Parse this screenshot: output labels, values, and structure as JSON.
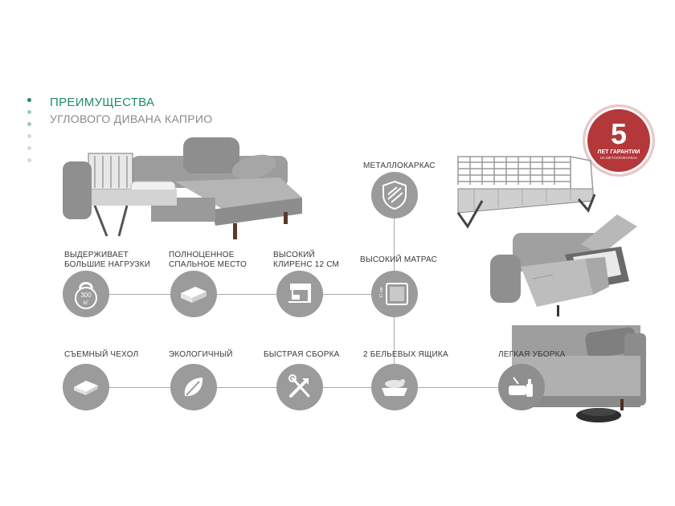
{
  "header": {
    "title": "ПРЕИМУЩЕСТВА",
    "subtitle": "УГЛОВОГО ДИВАНА КАПРИО"
  },
  "badge": {
    "number": "5",
    "line1": "ЛЕТ ГАРАНТИИ",
    "line2": "НА МЕТАЛЛОКАРКАС"
  },
  "features": {
    "metal_frame": "МЕТАЛЛОКАРКАС",
    "load_line1": "ВЫДЕРЖИВАЕТ",
    "load_line2": "БОЛЬШИЕ НАГРУЗКИ",
    "sleep_line1": "ПОЛНОЦЕННОЕ",
    "sleep_line2": "СПАЛЬНОЕ МЕСТО",
    "clearance_line1": "ВЫСОКИЙ",
    "clearance_line2": "КЛИРЕНС 12 СМ",
    "mattress": "ВЫСОКИЙ МАТРАС",
    "cover": "СЪЕМНЫЙ ЧЕХОЛ",
    "eco": "ЭКОЛОГИЧНЫЙ",
    "assembly": "БЫСТРАЯ СБОРКА",
    "drawers": "2 БЕЛЬЕВЫХ ЯЩИКА",
    "cleaning": "ЛЕГКАЯ УБОРКА"
  },
  "icons": {
    "kettlebell_top": "300",
    "kettlebell_bottom": "КГ",
    "mattress_height": "17 см"
  },
  "colors": {
    "accent": "#1f8a6b",
    "icon_circle": "#9b9b9b",
    "badge": "#b4383a"
  }
}
